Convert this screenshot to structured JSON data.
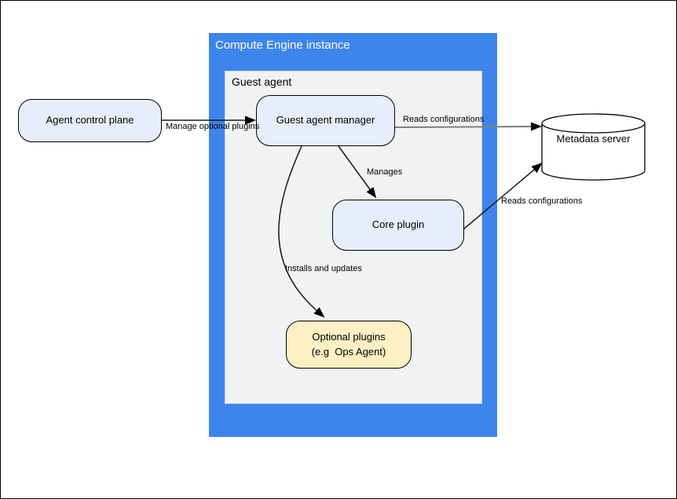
{
  "diagram": {
    "containers": {
      "compute_engine": {
        "title": "Compute Engine instance"
      },
      "guest_agent": {
        "title": "Guest agent"
      }
    },
    "nodes": {
      "agent_control_plane": {
        "label": "Agent control plane"
      },
      "guest_agent_manager": {
        "label": "Guest agent manager"
      },
      "core_plugin": {
        "label": "Core plugin"
      },
      "optional_plugins": {
        "label_line1": "Optional plugins",
        "label_line2": "(e.g  Ops Agent)"
      },
      "metadata_server": {
        "label": "Metadata server"
      }
    },
    "edges": {
      "manage_optional_plugins": {
        "label": "Manage optional plugins",
        "from": "agent_control_plane",
        "to": "guest_agent_manager"
      },
      "reads_configurations_manager": {
        "label": "Reads configurations",
        "from": "guest_agent_manager",
        "to": "metadata_server"
      },
      "manages": {
        "label": "Manages",
        "from": "guest_agent_manager",
        "to": "core_plugin"
      },
      "installs_and_updates": {
        "label": "Installs and updates",
        "from": "guest_agent_manager",
        "to": "optional_plugins"
      },
      "reads_configurations_core": {
        "label": "Reads configurations",
        "from": "core_plugin",
        "to": "metadata_server"
      }
    },
    "colors": {
      "container_blue": "#3D85EC",
      "panel_gray_fill": "#F1F2F4",
      "panel_gray_border": "#D5D5D5",
      "node_blue_fill": "#E7EDFB",
      "node_yellow_fill": "#FCF0C4",
      "node_border": "#000000",
      "edge_gray": "#7F7F7F",
      "edge_black": "#1A1A1A",
      "title_text_on_blue": "#FFFFFF"
    }
  }
}
